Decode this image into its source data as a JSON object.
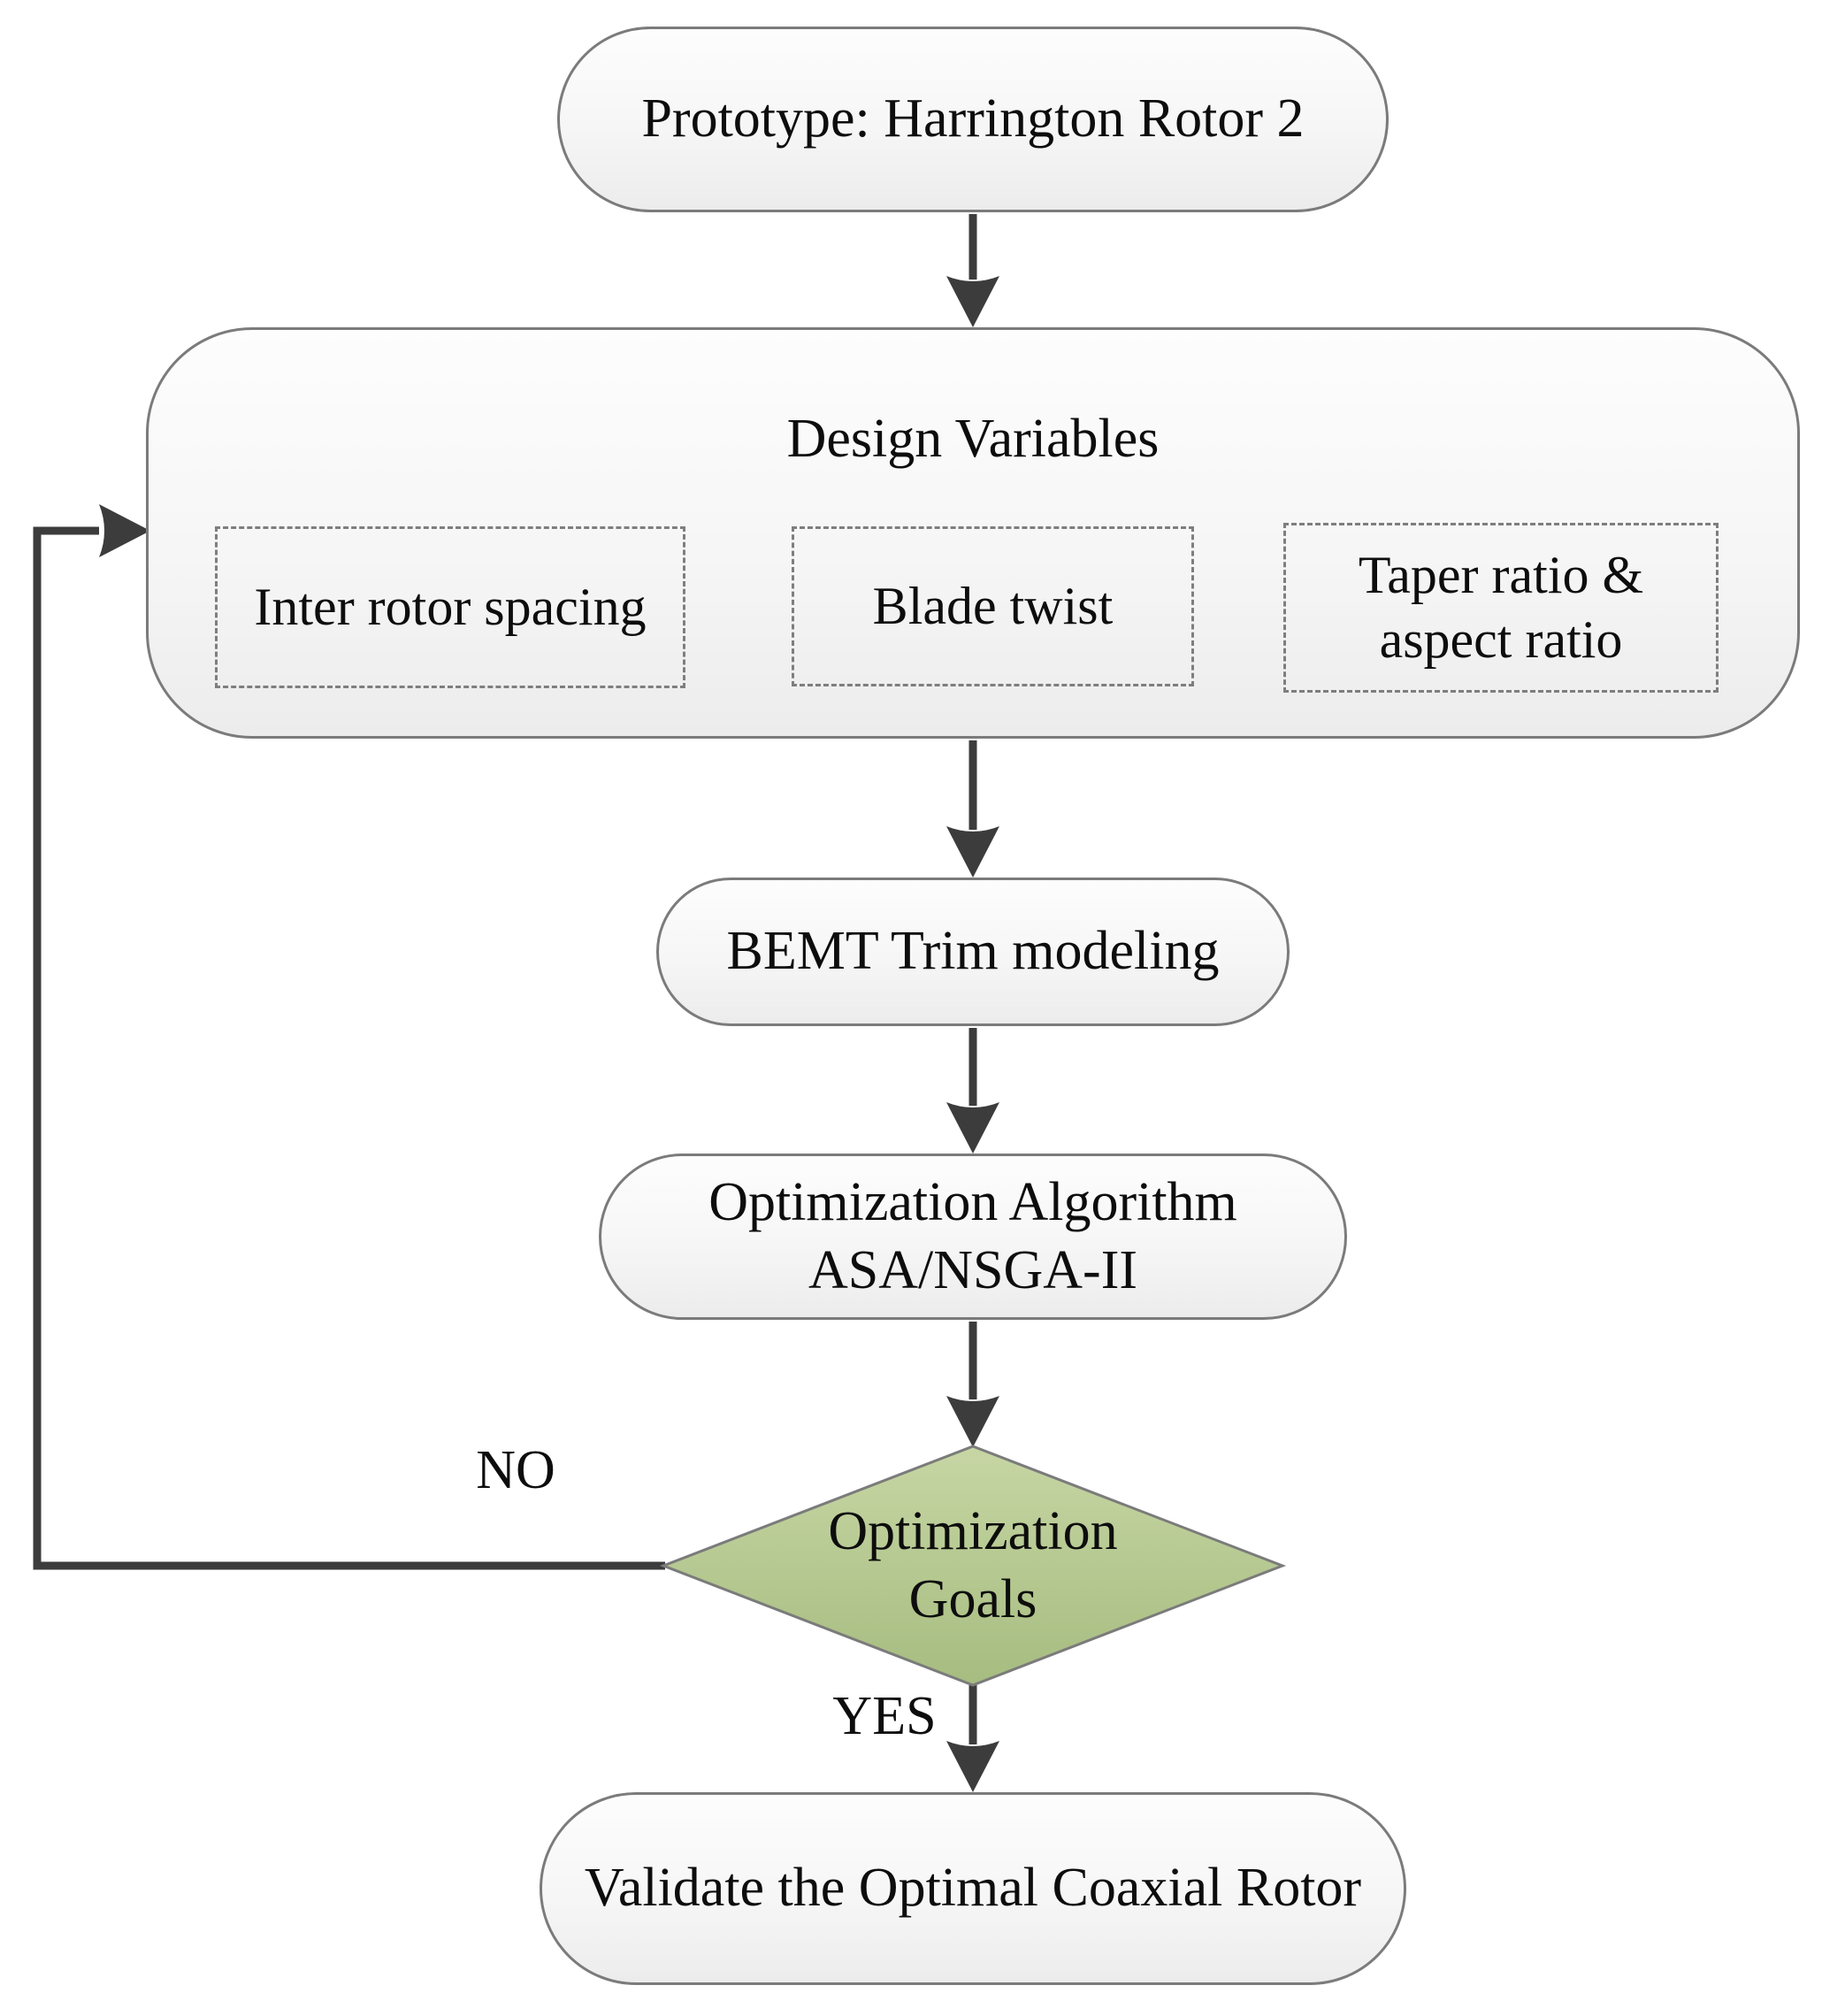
{
  "diagram": {
    "title_hint": "Coaxial rotor optimization flowchart",
    "nodes": {
      "prototype": {
        "label": "Prototype: Harrington Rotor 2"
      },
      "design_variables": {
        "title": "Design Variables",
        "items": [
          {
            "label": "Inter rotor spacing"
          },
          {
            "label": "Blade twist"
          },
          {
            "label": "Taper ratio & aspect ratio"
          }
        ]
      },
      "bemt": {
        "label": "BEMT Trim modeling"
      },
      "optimization_algorithm": {
        "line1": "Optimization Algorithm",
        "line2": "ASA/NSGA-II"
      },
      "decision": {
        "line1": "Optimization",
        "line2": "Goals"
      },
      "validate": {
        "label": "Validate the Optimal Coaxial Rotor"
      }
    },
    "edge_labels": {
      "no": "NO",
      "yes": "YES"
    },
    "colors": {
      "node_border": "#7b7b7b",
      "node_fill_top": "#fdfdfd",
      "node_fill_bottom": "#ececec",
      "dashed_border": "#7e7e7e",
      "arrow": "#3c3c3c",
      "decision_fill_top": "#c7d6a4",
      "decision_fill_bottom": "#a6bc80",
      "text": "#0d0d0d",
      "background": "#ffffff"
    }
  }
}
